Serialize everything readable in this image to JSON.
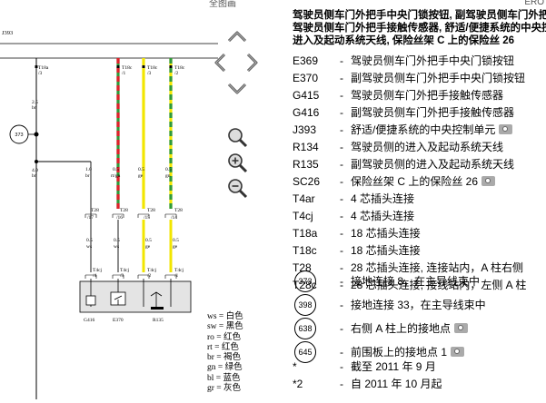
{
  "page_ref": "ERO",
  "top_fragment": "全图画",
  "diagram": {
    "frame_label": "J393",
    "connectors": [
      {
        "id": "c1",
        "label": "T18a",
        "pin": "/3"
      },
      {
        "id": "c2",
        "label": "T18c",
        "pin": "/1"
      },
      {
        "id": "c3",
        "label": "T18c",
        "pin": "/3"
      },
      {
        "id": "c4",
        "label": "T18c",
        "pin": "/2"
      }
    ],
    "wires": [
      {
        "id": "w_main",
        "size": "2.5",
        "color": "br"
      },
      {
        "id": "w_main2",
        "size": "4.0",
        "color": "br"
      },
      {
        "id": "w_br",
        "size": "1.0",
        "color": "br"
      },
      {
        "id": "w_rt",
        "size": "0.5",
        "color": "rt/gn"
      },
      {
        "id": "w_ge",
        "size": "0.5",
        "color": "ge"
      },
      {
        "id": "w_gn",
        "size": "0.5",
        "color": "gn"
      },
      {
        "id": "w_ws1",
        "size": "0.5",
        "color": "ws"
      },
      {
        "id": "w_ws2",
        "size": "0.5",
        "color": "ws"
      },
      {
        "id": "w_ge2",
        "size": "0.5",
        "color": "ge"
      },
      {
        "id": "w_ge3",
        "size": "0.5",
        "color": "ge"
      }
    ],
    "t28": [
      {
        "label": "T28",
        "pin": "/17"
      },
      {
        "label": "T28",
        "pin": "/16"
      },
      {
        "label": "T28",
        "pin": "/15"
      },
      {
        "label": "T28",
        "pin": "/14"
      }
    ],
    "t4": [
      {
        "label": "T4cj",
        "pin": "/4"
      },
      {
        "label": "T4cj",
        "pin": "/3"
      },
      {
        "label": "T4cj",
        "pin": "/2"
      },
      {
        "label": "T4cj",
        "pin": "/1"
      }
    ],
    "ground": "373",
    "components": [
      {
        "id": "G416",
        "label": "G416"
      },
      {
        "id": "E370",
        "label": "E370"
      },
      {
        "id": "R135",
        "label": "R135"
      }
    ]
  },
  "color_legend": [
    {
      "abbr": "ws",
      "name": "白色"
    },
    {
      "abbr": "sw",
      "name": "黑色"
    },
    {
      "abbr": "ro",
      "name": "红色"
    },
    {
      "abbr": "rt",
      "name": "红色"
    },
    {
      "abbr": "br",
      "name": "褐色"
    },
    {
      "abbr": "gn",
      "name": "绿色"
    },
    {
      "abbr": "bl",
      "name": "蓝色"
    },
    {
      "abbr": "gr",
      "name": "灰色"
    }
  ],
  "nav": {
    "up": "up-arrow-icon",
    "left": "left-arrow-icon",
    "right": "right-arrow-icon",
    "down": "down-arrow-icon",
    "zoom_fit": "zoom-fit-icon",
    "zoom_in": "zoom-in-icon",
    "zoom_out": "zoom-out-icon"
  },
  "legend": {
    "heading": [
      "驾驶员侧车门外把手中央门锁按钮, 副驾驶员侧车门外把手中央门锁按钮,",
      "驾驶员侧车门外把手接触传感器, 舒适/便捷系统的中央控制单元,",
      "进入及起动系统天线, 保险丝架 C 上的保险丝 26"
    ],
    "items": [
      {
        "code": "E369",
        "text": "驾驶员侧车门外把手中央门锁按钮",
        "cam": false
      },
      {
        "code": "E370",
        "text": "副驾驶员侧车门外把手中央门锁按钮",
        "cam": false
      },
      {
        "code": "G415",
        "text": "驾驶员侧车门外把手接触传感器",
        "cam": false
      },
      {
        "code": "G416",
        "text": "副驾驶员侧车门外把手接触传感器",
        "cam": false
      },
      {
        "code": "J393",
        "text": "舒适/便捷系统的中央控制单元",
        "cam": true
      },
      {
        "code": "R134",
        "text": "驾驶员侧的进入及起动系统天线",
        "cam": false
      },
      {
        "code": "R135",
        "text": "副驾驶员侧的进入及起动系统天线",
        "cam": false
      },
      {
        "code": "SC26",
        "text": "保险丝架 C 上的保险丝 26",
        "cam": true
      },
      {
        "code": "T4ar",
        "text": "4 芯插头连接",
        "cam": false
      },
      {
        "code": "T4cj",
        "text": "4 芯插头连接",
        "cam": false
      },
      {
        "code": "T18a",
        "text": "18 芯插头连接",
        "cam": false
      },
      {
        "code": "T18c",
        "text": "18 芯插头连接",
        "cam": false
      },
      {
        "code": "T28",
        "text": "28 芯插头连接, 连接站内，A 柱右侧",
        "cam": false
      },
      {
        "code": "T28c",
        "text": "28 芯插头连接, 接线站内，左侧 A 柱",
        "cam": false
      }
    ],
    "grounds": [
      {
        "num": "373",
        "text": "接地连接 8，在主导线束中",
        "cam": false
      },
      {
        "num": "398",
        "text": "接地连接 33，在主导线束中",
        "cam": false
      },
      {
        "num": "638",
        "text": "右侧 A 柱上的接地点",
        "cam": true
      },
      {
        "num": "645",
        "text": "前围板上的接地点 1",
        "cam": true
      }
    ],
    "notes": [
      {
        "code": "*",
        "text": "截至 2011 年 9 月"
      },
      {
        "code": "*2",
        "text": "自 2011 年 10 月起"
      }
    ]
  }
}
